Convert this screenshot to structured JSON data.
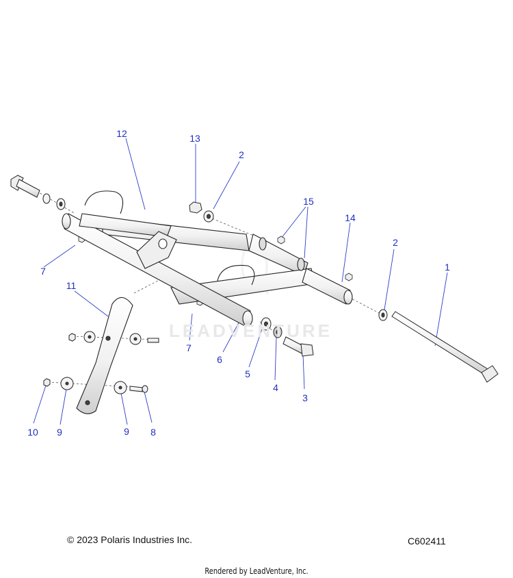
{
  "diagram": {
    "callouts": {
      "c1": "1",
      "c2a": "2",
      "c2b": "2",
      "c3": "3",
      "c4": "4",
      "c5": "5",
      "c6": "6",
      "c7a": "7",
      "c7b": "7",
      "c8": "8",
      "c9a": "9",
      "c9b": "9",
      "c10": "10",
      "c11": "11",
      "c12": "12",
      "c13": "13",
      "c14": "14",
      "c15": "15"
    },
    "callout_color": "#1f2fbf",
    "line_color": "#2b3fc8"
  },
  "footer": {
    "copyright": "© 2023 Polaris Industries Inc.",
    "figure_code": "C602411",
    "rendered_by": "Rendered by LeadVenture, Inc."
  },
  "watermark": {
    "text": "LEADVENTURE",
    "icon": "leadventure-logo-icon"
  }
}
